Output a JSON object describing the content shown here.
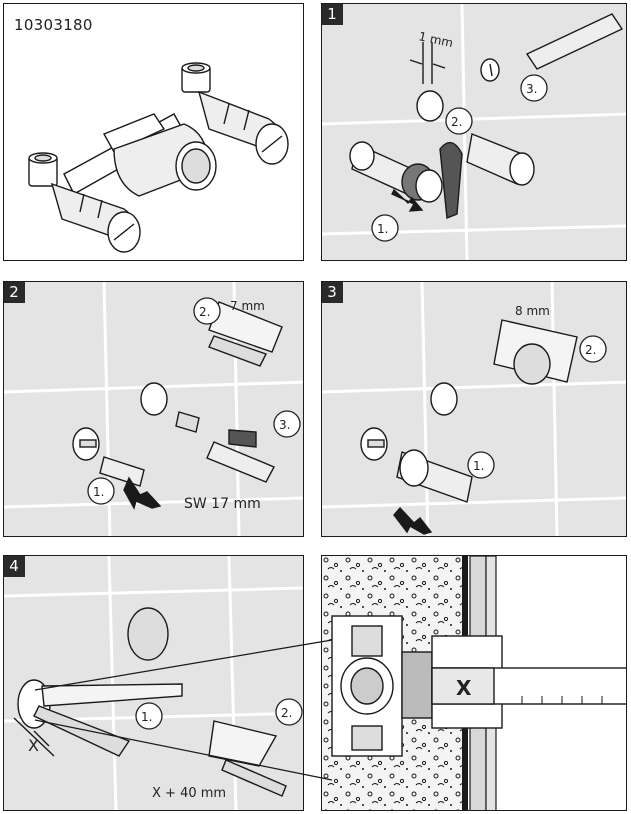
{
  "product_code": "10303180",
  "steps": [
    {
      "number": "1",
      "dimension": "1 mm",
      "callouts": [
        "1.",
        "2.",
        "3."
      ]
    },
    {
      "number": "2",
      "dimension": "7 mm",
      "wrench": "SW 17 mm",
      "callouts": [
        "1.",
        "2.",
        "3."
      ]
    },
    {
      "number": "3",
      "dimension": "8 mm",
      "callouts": [
        "1.",
        "2."
      ]
    },
    {
      "number": "4",
      "dimension": "X + 40 mm",
      "variable": "X",
      "callouts": [
        "1.",
        "2."
      ]
    }
  ],
  "section_label": "X",
  "colors": {
    "line": "#1a1a1a",
    "tile": "#e4e4e4",
    "grout": "#ffffff",
    "plaster": "#d8d8d8"
  }
}
